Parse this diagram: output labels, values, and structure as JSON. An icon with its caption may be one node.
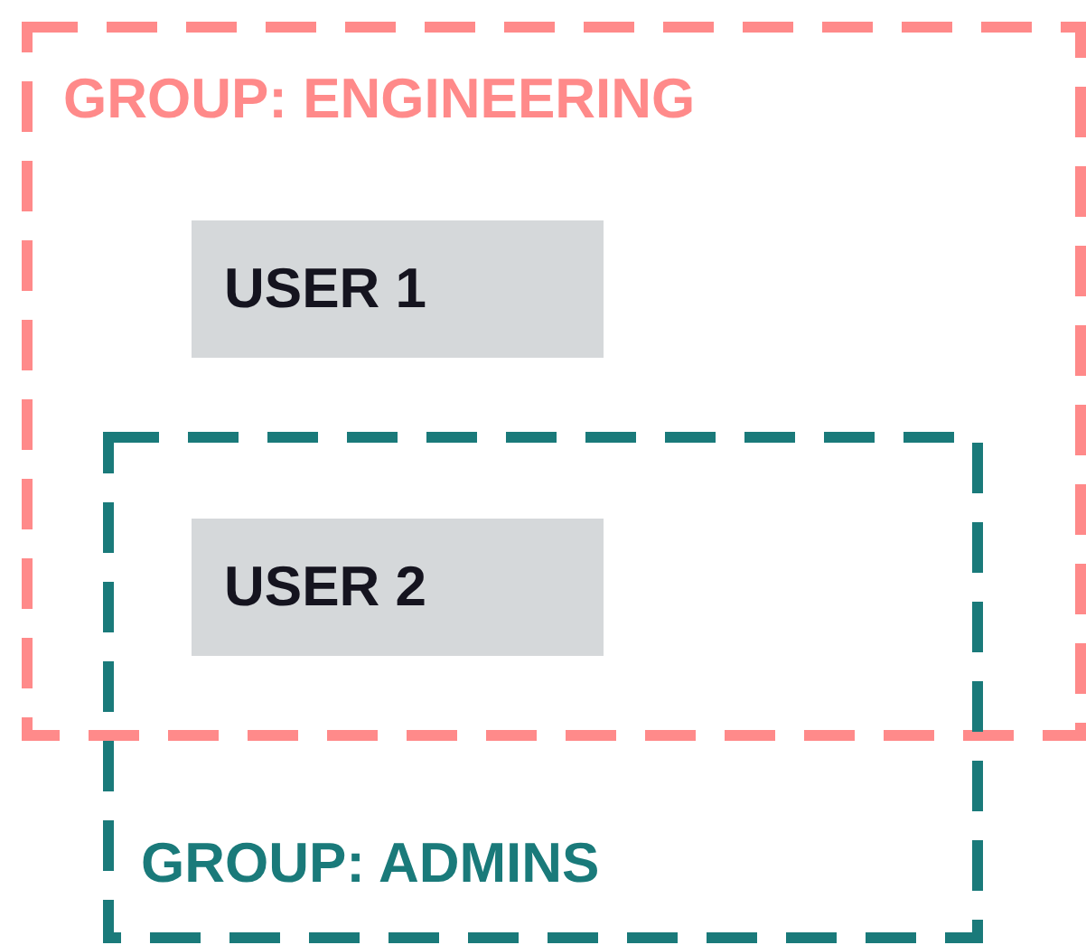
{
  "diagram": {
    "nodes": [
      {
        "text": [
          "GROUP: ENGINEERING"
        ]
      },
      {
        "text": [
          "USER 1"
        ],
        "in": 0
      },
      {
        "text": [
          "GROUP: ADMINS"
        ]
      },
      {
        "text": [
          "USER 2"
        ]
      }
    ]
  }
}
